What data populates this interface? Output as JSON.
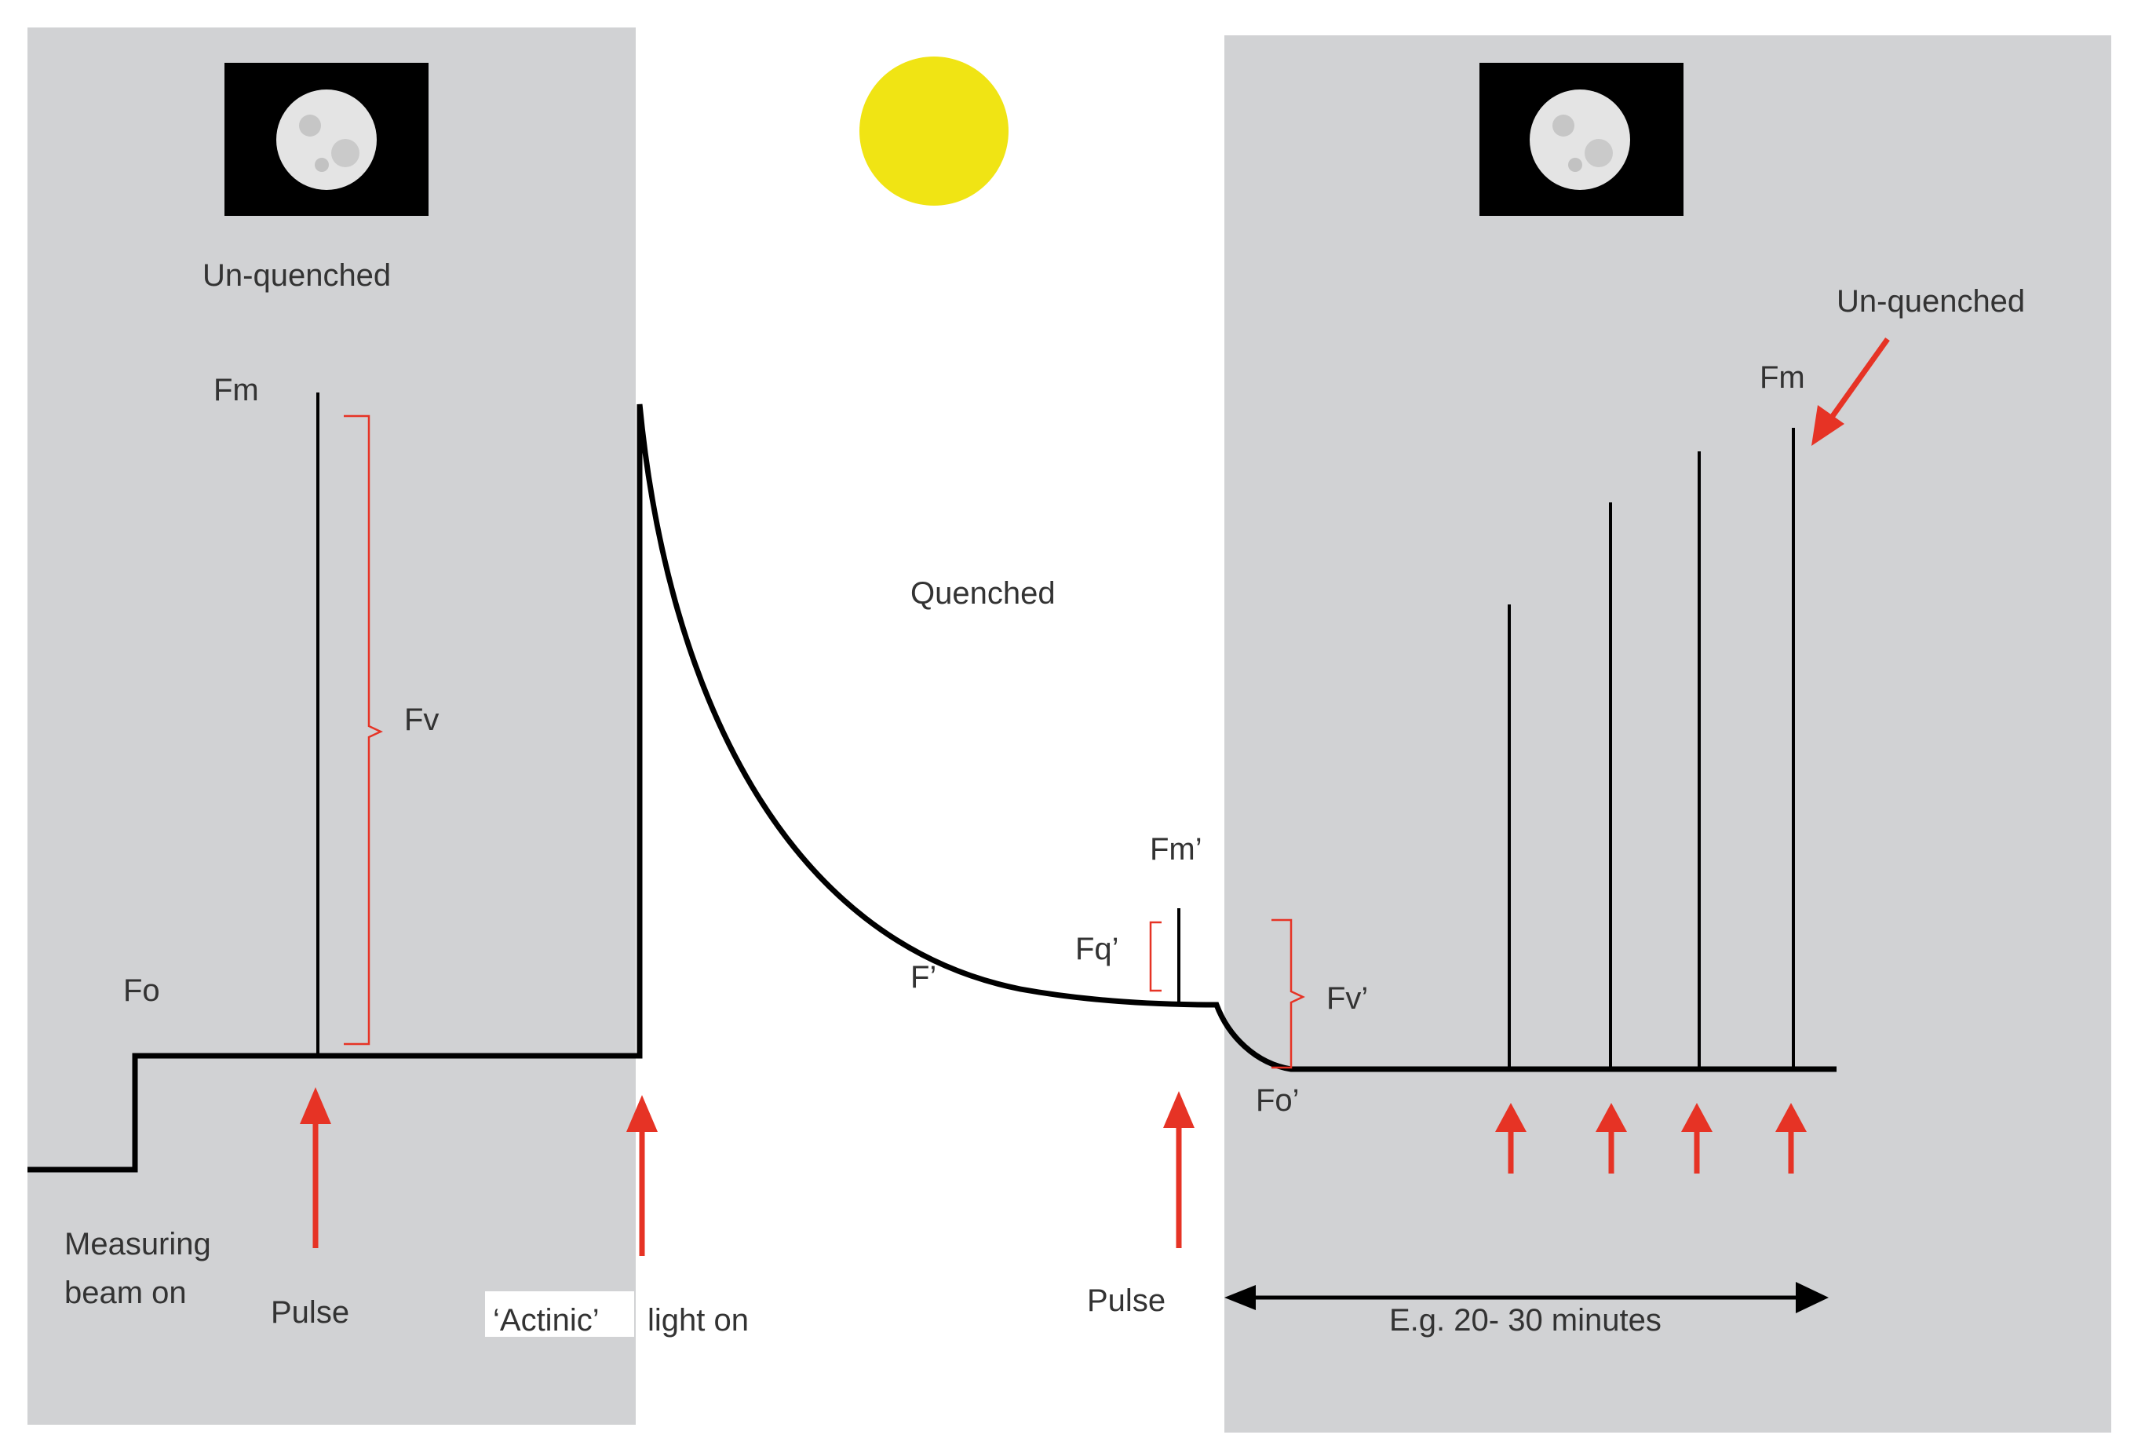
{
  "labels": {
    "unquenched_left": "Un-quenched",
    "unquenched_right": "Un-quenched",
    "quenched": "Quenched",
    "fm_left": "Fm",
    "fm_right": "Fm",
    "fv": "Fv",
    "fo": "Fo",
    "fm_prime": "Fm’",
    "fq_prime": "Fq’",
    "f_prime": "F’",
    "fv_prime": "Fv’",
    "fo_prime": "Fo’",
    "measuring_line1": "Measuring",
    "measuring_line2": "beam on",
    "pulse_left": "Pulse",
    "actinic": "‘Actinic’",
    "light_on": "light on",
    "pulse_mid": "Pulse",
    "duration": "E.g. 20- 30  minutes"
  },
  "colors": {
    "panel": "#d1d2d4",
    "trace": "#000000",
    "marker": "#e63325",
    "sun": "#f0e414",
    "moon_bg": "#000000",
    "moon": "#e4e4e4"
  },
  "icons": [
    "moon-icon",
    "sun-icon",
    "moon-icon"
  ]
}
